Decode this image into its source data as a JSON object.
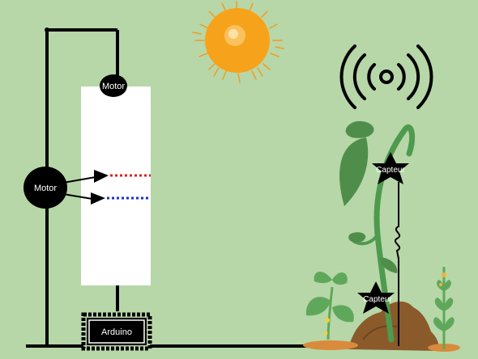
{
  "labels": {
    "motor_top": "Motor",
    "motor_left": "Motor",
    "arduino": "Arduino",
    "sensor_top": "Capteur",
    "sensor_bottom": "Capteur"
  },
  "colors": {
    "background": "#b7d7a8",
    "wire": "#000000",
    "panel": "#ffffff",
    "laser_red": "#e02020",
    "laser_blue": "#1a2fd0",
    "sun": "#f7a21b",
    "plant": "#4e9a4f",
    "soil": "#8a5a2b"
  },
  "icons": {
    "sun": "sun-icon",
    "wireless": "wireless-signal-icon",
    "plant": "plant-icon",
    "chip": "arduino-chip-icon"
  }
}
